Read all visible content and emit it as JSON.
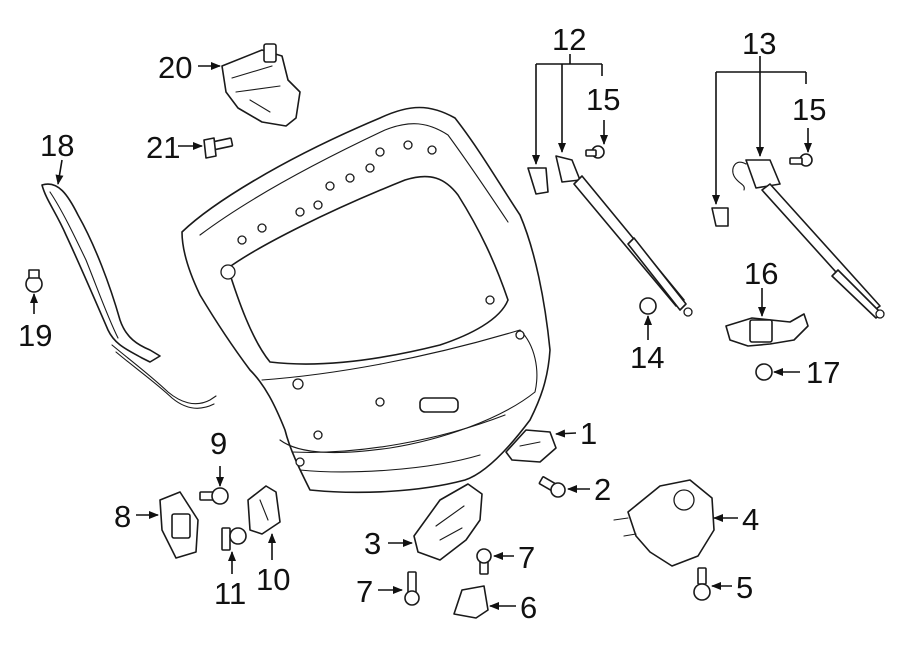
{
  "colors": {
    "line": "#1a1a1a",
    "background": "#ffffff"
  },
  "callouts": {
    "c1": "1",
    "c2": "2",
    "c3": "3",
    "c4": "4",
    "c5": "5",
    "c6": "6",
    "c7a": "7",
    "c7b": "7",
    "c8": "8",
    "c9": "9",
    "c10": "10",
    "c11": "11",
    "c12": "12",
    "c13": "13",
    "c14": "14",
    "c15a": "15",
    "c15b": "15",
    "c16": "16",
    "c17": "17",
    "c18": "18",
    "c19": "19",
    "c20": "20",
    "c21": "21"
  }
}
